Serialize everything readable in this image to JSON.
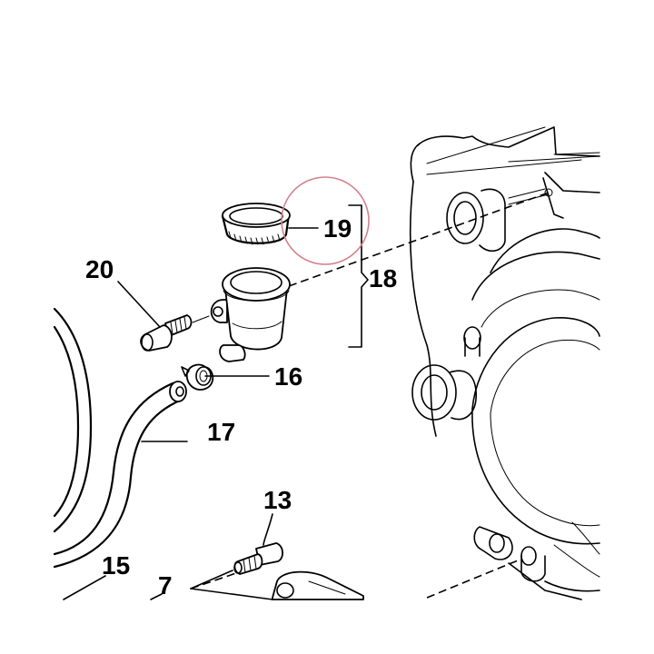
{
  "labels": {
    "p19": "19",
    "p18": "18",
    "p20": "20",
    "p16": "16",
    "p17": "17",
    "p13": "13",
    "p15": "15",
    "p7": "7"
  },
  "colors": {
    "line": "#000000",
    "background": "#ffffff",
    "highlight_circle": "#d2828c"
  }
}
